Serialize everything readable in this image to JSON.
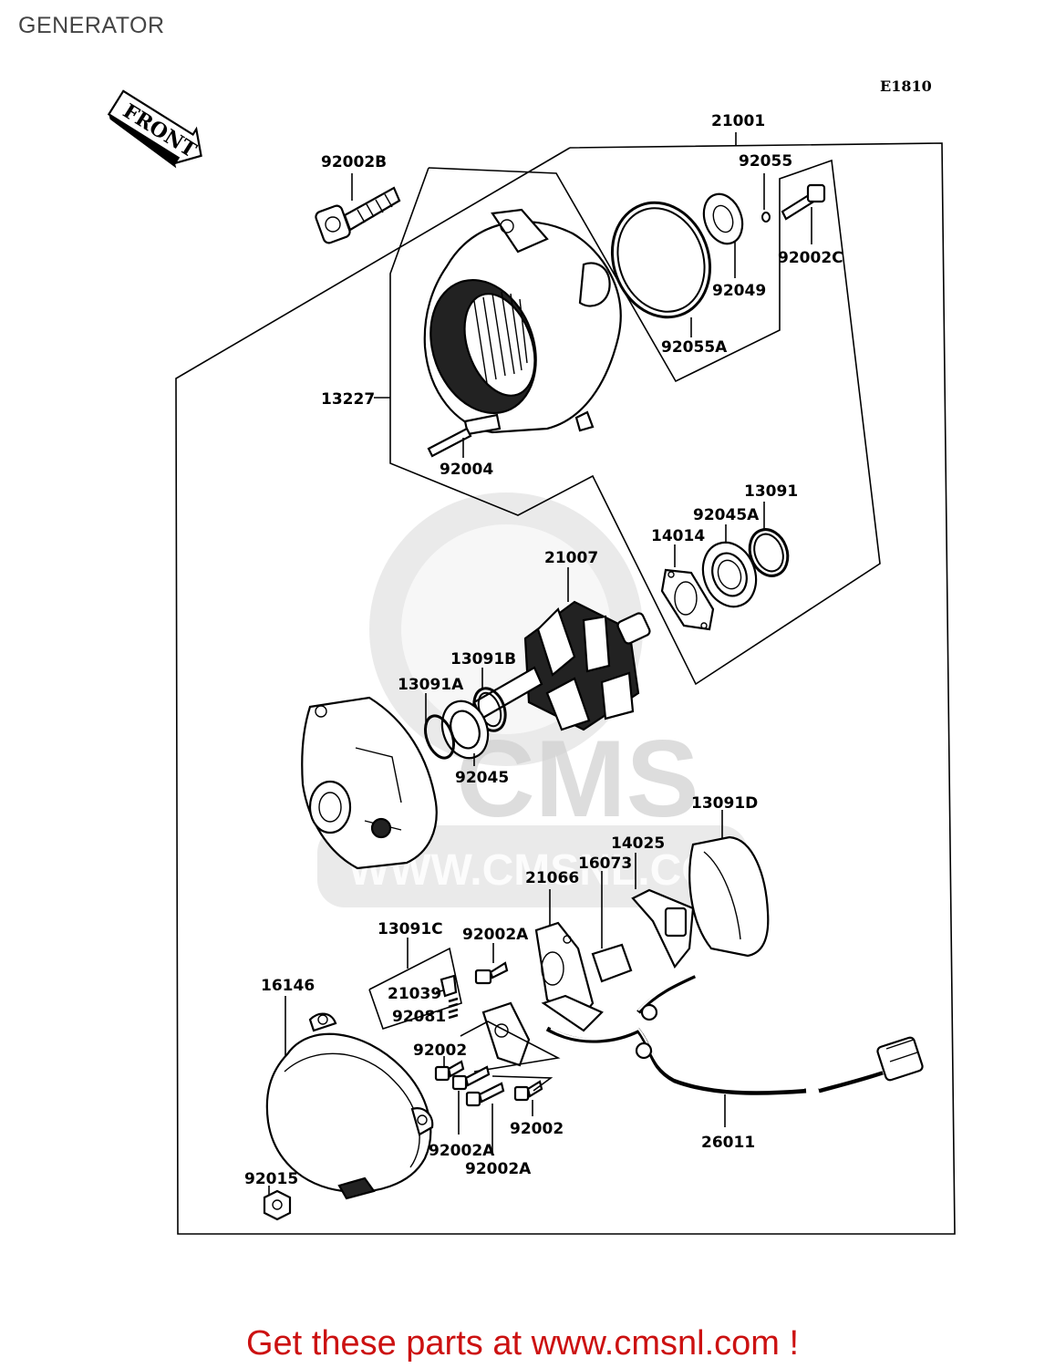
{
  "page": {
    "title": "GENERATOR",
    "drawing_code": "E1810",
    "front_label": "FRONT",
    "footer_link": "Get these parts at www.cmsnl.com !"
  },
  "watermark": {
    "logo_text": "CMS",
    "url_text": "WWW.CMSNL.COM"
  },
  "part_labels": {
    "p21001": "21001",
    "p92002B": "92002B",
    "p92055": "92055",
    "p92002C": "92002C",
    "p92049": "92049",
    "p92055A": "92055A",
    "p13227": "13227",
    "p92004": "92004",
    "p13091": "13091",
    "p92045A": "92045A",
    "p14014": "14014",
    "p21007": "21007",
    "p13091B": "13091B",
    "p13091A": "13091A",
    "p92045": "92045",
    "p13091D": "13091D",
    "p14025": "14025",
    "p16073": "16073",
    "p21066": "21066",
    "p13091C": "13091C",
    "p92002A_top": "92002A",
    "p21039": "21039",
    "p92081": "92081",
    "p16146": "16146",
    "p92002_left": "92002",
    "p92002_right": "92002",
    "p92002A_b1": "92002A",
    "p92002A_b2": "92002A",
    "p26011": "26011",
    "p92015": "92015"
  },
  "colors": {
    "footer_link": "#cc1111",
    "title": "#444444",
    "watermark": "#d9d9d9"
  }
}
